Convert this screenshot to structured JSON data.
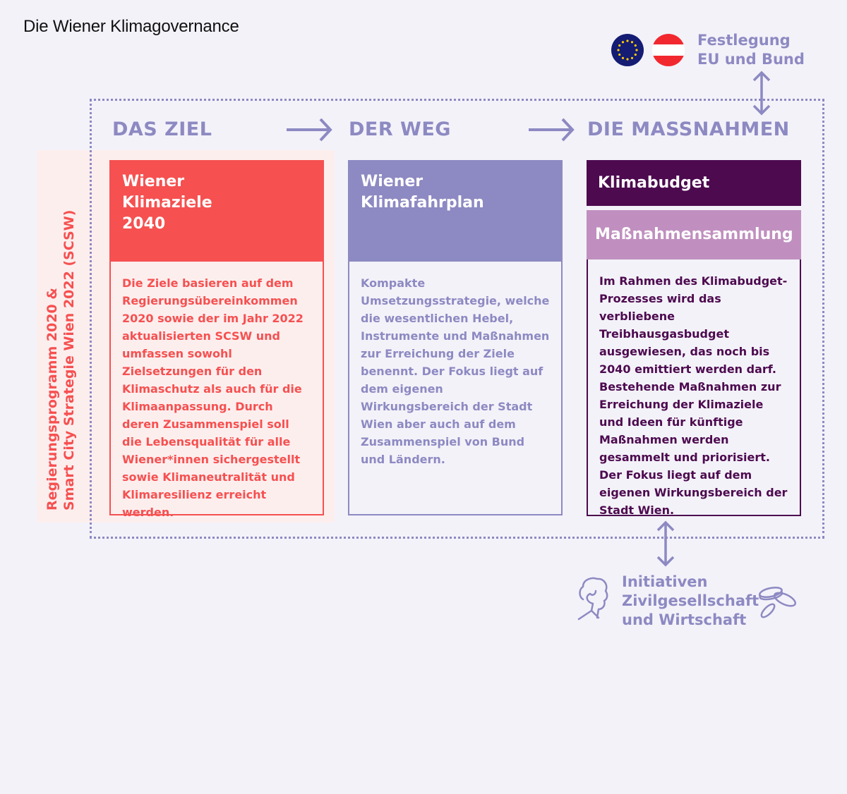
{
  "title": "Die Wiener Klimagovernance",
  "colors": {
    "accent_purple": "#8d89c2",
    "red": "#f65050",
    "dark_purple": "#4d0a4f",
    "mauve": "#c08fbf",
    "background": "#f3f2f9"
  },
  "side_label": {
    "line1": "Regierungsprogramm 2020 &",
    "line2": "Smart City Strategie Wien 2022 (SCSW)"
  },
  "sections": [
    {
      "heading": "DAS ZIEL"
    },
    {
      "heading": "DER WEG"
    },
    {
      "heading": "DIE MASSNAHMEN"
    }
  ],
  "cards": {
    "ziel": {
      "title_lines": [
        "Wiener",
        "Klimaziele",
        "2040"
      ],
      "body": "Die Ziele basieren auf dem Regierungsübereinkommen 2020 sowie der im Jahr 2022 aktualisierten SCSW und umfassen sowohl Zielsetzungen für den Klimaschutz als auch für die Klimaanpassung. Durch deren Zusammenspiel soll die Lebensqualität für alle Wiener*innen sichergestellt sowie Klimaneutralität und Klimaresilienz erreicht werden."
    },
    "weg": {
      "title_lines": [
        "Wiener",
        "Klimafahrplan"
      ],
      "body": "Kompakte Umsetzungsstrategie, welche die wesentlichen Hebel, Instrumente und Maßnahmen zur Erreichung der Ziele benennt. Der Fokus liegt auf dem eigenen Wirkungsbereich der Stadt Wien aber auch auf dem Zusammenspiel von Bund und Ländern."
    },
    "massnahmen": {
      "title_top": "Klimabudget",
      "title_sub": "Maßnahmensammlung",
      "body": "Im Rahmen des Klimabudget-Prozesses wird das verbliebene Treibhausgasbudget ausgewiesen, das noch bis 2040 emittiert werden darf. Bestehende Maßnahmen zur Erreichung der Klimaziele und Ideen für künftige Maßnahmen werden gesammelt und priorisiert. Der Fokus liegt auf dem eigenen Wirkungsbereich der Stadt Wien."
    }
  },
  "top_right": {
    "icons": [
      "eu-flag-icon",
      "austria-flag-icon"
    ],
    "line1": "Festlegung",
    "line2": "EU und Bund"
  },
  "bottom": {
    "icons": [
      "person-head-icon",
      "coins-icon"
    ],
    "line1": "Initiativen",
    "line2": "Zivilgesellschaft",
    "line3": "und Wirtschaft"
  }
}
